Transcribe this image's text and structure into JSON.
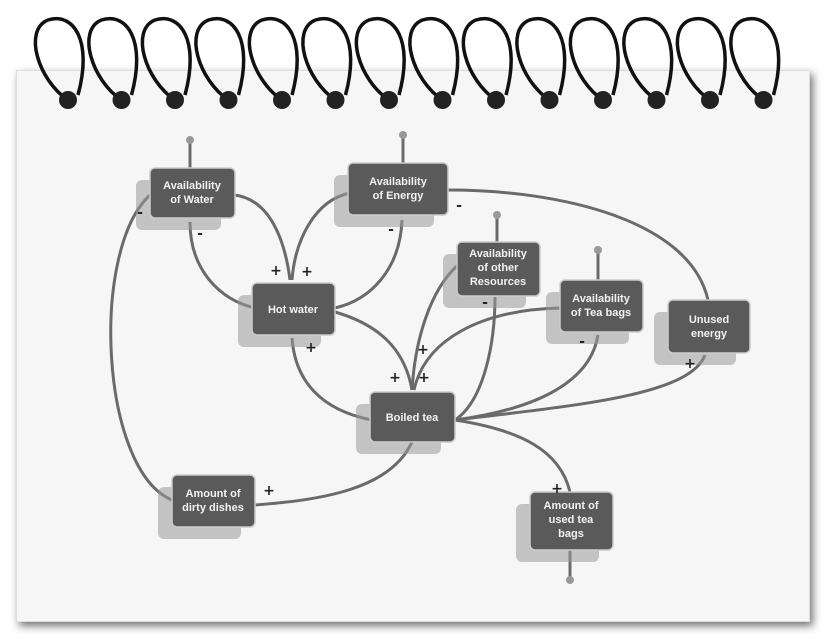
{
  "diagram": {
    "nodes": {
      "water": [
        "Availability",
        "of Water"
      ],
      "energy": [
        "Availability",
        "of Energy"
      ],
      "hot_water": [
        "Hot water"
      ],
      "other": [
        "Availability",
        "of other",
        "Resources"
      ],
      "tea_bags": [
        "Availability",
        "of Tea bags"
      ],
      "unused": [
        "Unused",
        "energy"
      ],
      "boiled": [
        "Boiled tea"
      ],
      "dishes": [
        "Amount of",
        "dirty dishes"
      ],
      "used_bags": [
        "Amount of",
        "used tea",
        "bags"
      ]
    },
    "signs": {
      "plus": "+",
      "minus": "-"
    }
  }
}
